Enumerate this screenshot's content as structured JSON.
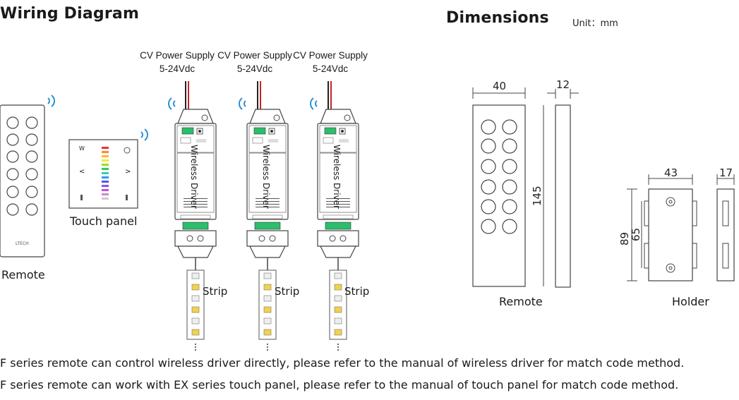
{
  "headers": {
    "wiring": "Wiring Diagram",
    "dimensions": "Dimensions",
    "unit": "Unit：mm"
  },
  "wiring": {
    "power_supply_line1": "CV Power Supply",
    "power_supply_line2": "5-24Vdc",
    "driver_label": "Wireless Driver",
    "strip_label": "Strip",
    "remote_label": "Remote",
    "touch_panel_label": "Touch panel",
    "remote_brand": "LTECH",
    "panel_keys": {
      "w": "W",
      "left": "<",
      "right": ">"
    },
    "driver_count": 3,
    "wire_colors": {
      "positive": "#cc2222",
      "negative": "#222222"
    },
    "signal_color": "#2a8fd6"
  },
  "dimensions": {
    "remote_width": "40",
    "remote_depth": "12",
    "remote_height": "145",
    "holder_width": "43",
    "holder_depth": "17",
    "holder_height_outer": "89",
    "holder_height_inner": "65",
    "remote_caption": "Remote",
    "holder_caption": "Holder"
  },
  "notes": [
    "F series remote can control wireless driver directly, please refer to the manual of wireless driver for match code method.",
    "F series remote can work with EX series touch panel, please refer to the manual of touch panel for match code method."
  ]
}
